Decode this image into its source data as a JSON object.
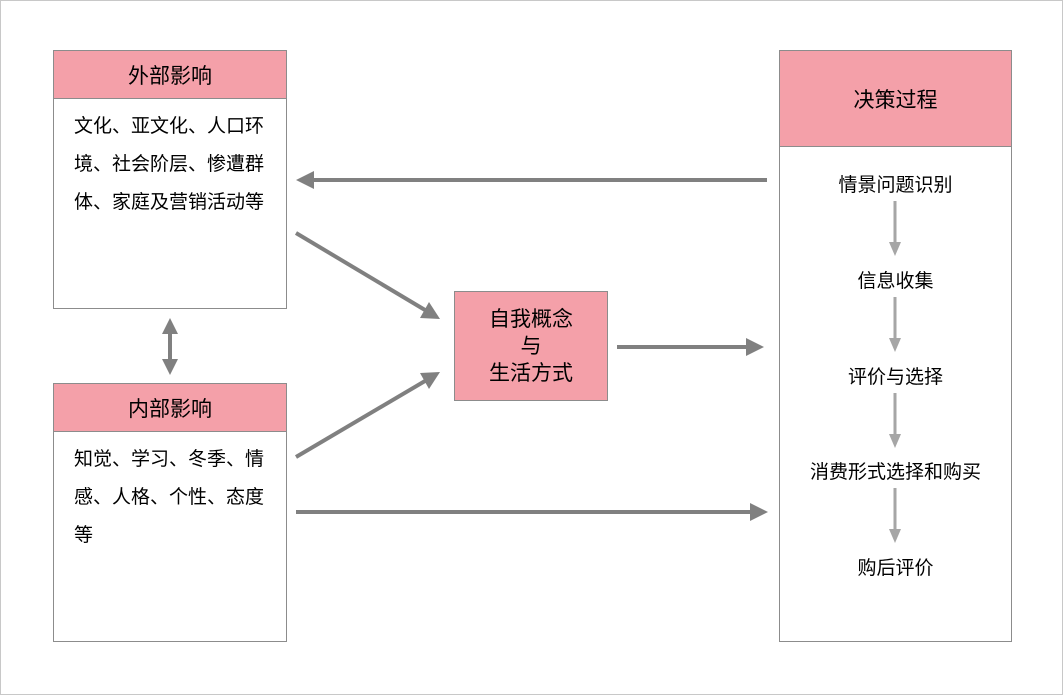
{
  "external": {
    "title": "外部影响",
    "text": "文化、亚文化、人口环境、社会阶层、惨遭群体、家庭及营销活动等"
  },
  "internal": {
    "title": "内部影响",
    "text": "知觉、学习、冬季、情感、人格、个性、态度等"
  },
  "center": {
    "line1": "自我概念",
    "line2": "与",
    "line3": "生活方式"
  },
  "decision": {
    "title": "决策过程",
    "steps": [
      "情景问题识别",
      "信息收集",
      "评价与选择",
      "消费形式选择和购买",
      "购后评价"
    ]
  },
  "colors": {
    "header_fill": "#f4a0a9",
    "border": "#8c8c8c",
    "arrow_dark": "#808080",
    "arrow_light": "#a6a6a6"
  }
}
